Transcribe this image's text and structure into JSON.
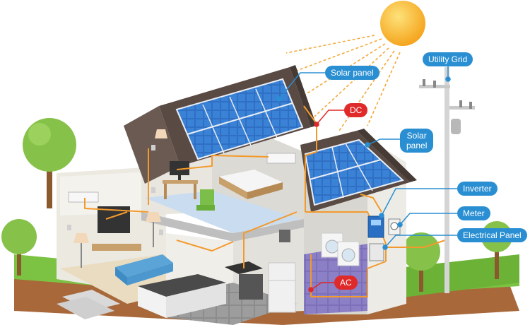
{
  "labels": {
    "utility_grid": "Utility Grid",
    "solar_panel_1": "Solar panel",
    "dc": "DC",
    "solar_panel_2_line1": "Solar",
    "solar_panel_2_line2": "panel",
    "inverter": "Inverter",
    "meter": "Meter",
    "electrical_panel": "Electrical Panel",
    "ac": "AC"
  },
  "colors": {
    "label_blue": "#2a8fd2",
    "label_red": "#e02a2a",
    "wire_orange": "#f39a2c",
    "panel_blue": "#2f6fc4",
    "roof_brown": "#5a4a44",
    "grass_green": "#7cc243",
    "soil_brown": "#b7773f",
    "sun_yellow": "#f7b524"
  },
  "icons": [
    "sun-icon",
    "utility-pole-icon",
    "inverter-icon",
    "meter-icon",
    "electrical-panel-icon",
    "tree-icon"
  ]
}
